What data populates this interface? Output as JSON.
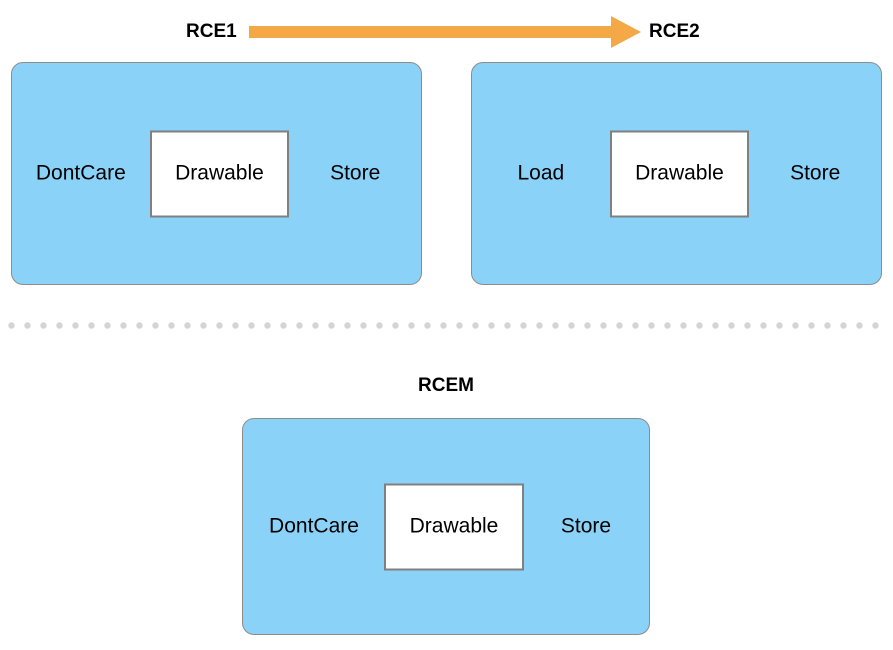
{
  "diagram": {
    "title_rce1": "RCE1",
    "title_rce2": "RCE2",
    "title_rcem": "RCEM",
    "arrow": {
      "name": "transition-arrow",
      "from": "RCE1",
      "to": "RCE2",
      "color": "#F5A846"
    },
    "separator": {
      "style": "dotted",
      "color": "#D4D4D4"
    },
    "colors": {
      "box_fill": "#8AD2F8",
      "box_border": "#8C8C8C",
      "inner_fill": "#FFFFFF",
      "inner_border": "#808080",
      "arrow": "#F5A846",
      "separator": "#D4D4D4",
      "text": "#000000"
    },
    "boxes": [
      {
        "id": "rce1",
        "title": "RCE1",
        "left_slot": "DontCare",
        "center_slot": "Drawable",
        "right_slot": "Store"
      },
      {
        "id": "rce2",
        "title": "RCE2",
        "left_slot": "Load",
        "center_slot": "Drawable",
        "right_slot": "Store"
      },
      {
        "id": "rcem",
        "title": "RCEM",
        "left_slot": "DontCare",
        "center_slot": "Drawable",
        "right_slot": "Store"
      }
    ]
  }
}
